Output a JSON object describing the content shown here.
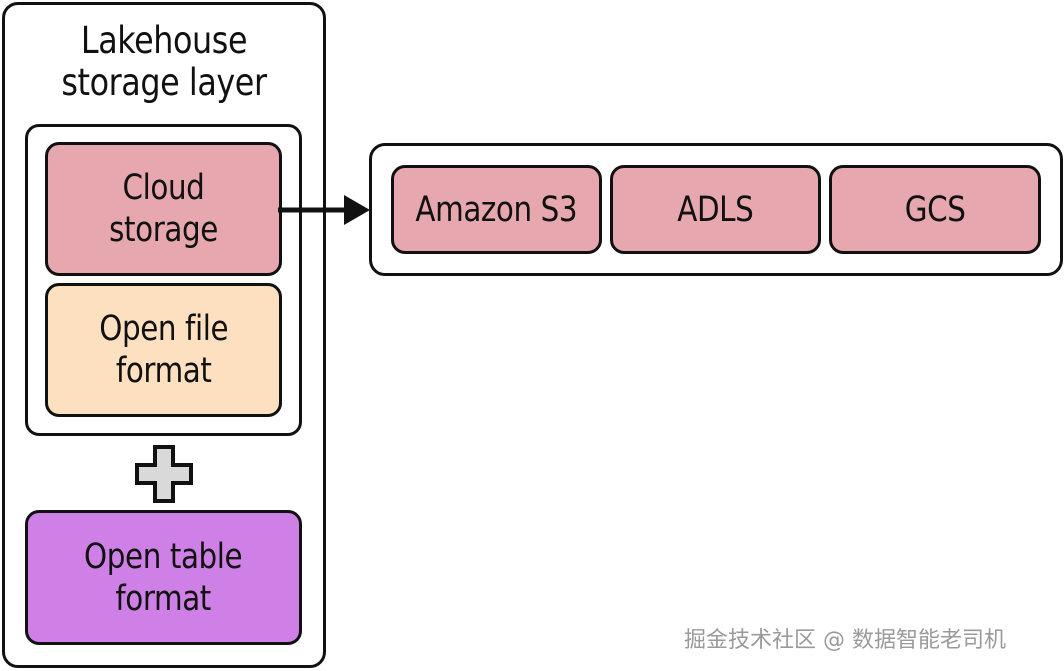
{
  "diagram": {
    "title": "Lakehouse storage layer",
    "title_lines": [
      "Lakehouse",
      "storage layer"
    ],
    "components": {
      "cloud_storage": "Cloud storage",
      "open_file_format_lines": [
        "Open file",
        "format"
      ],
      "open_table_format_lines": [
        "Open table",
        "format"
      ]
    },
    "providers": [
      "Amazon S3",
      "ADLS",
      "GCS"
    ],
    "connectors": {
      "plus_icon": "plus-icon",
      "arrow_icon": "arrow-right-icon"
    },
    "colors": {
      "cloud_storage": "#e6a7ae",
      "open_file_format": "#fde0c0",
      "open_table_format": "#cf80e6",
      "providers": "#e6a7ae",
      "border": "#111111",
      "plus_fill": "#d9d9d9"
    }
  },
  "watermark": "掘金技术社区 @ 数据智能老司机"
}
